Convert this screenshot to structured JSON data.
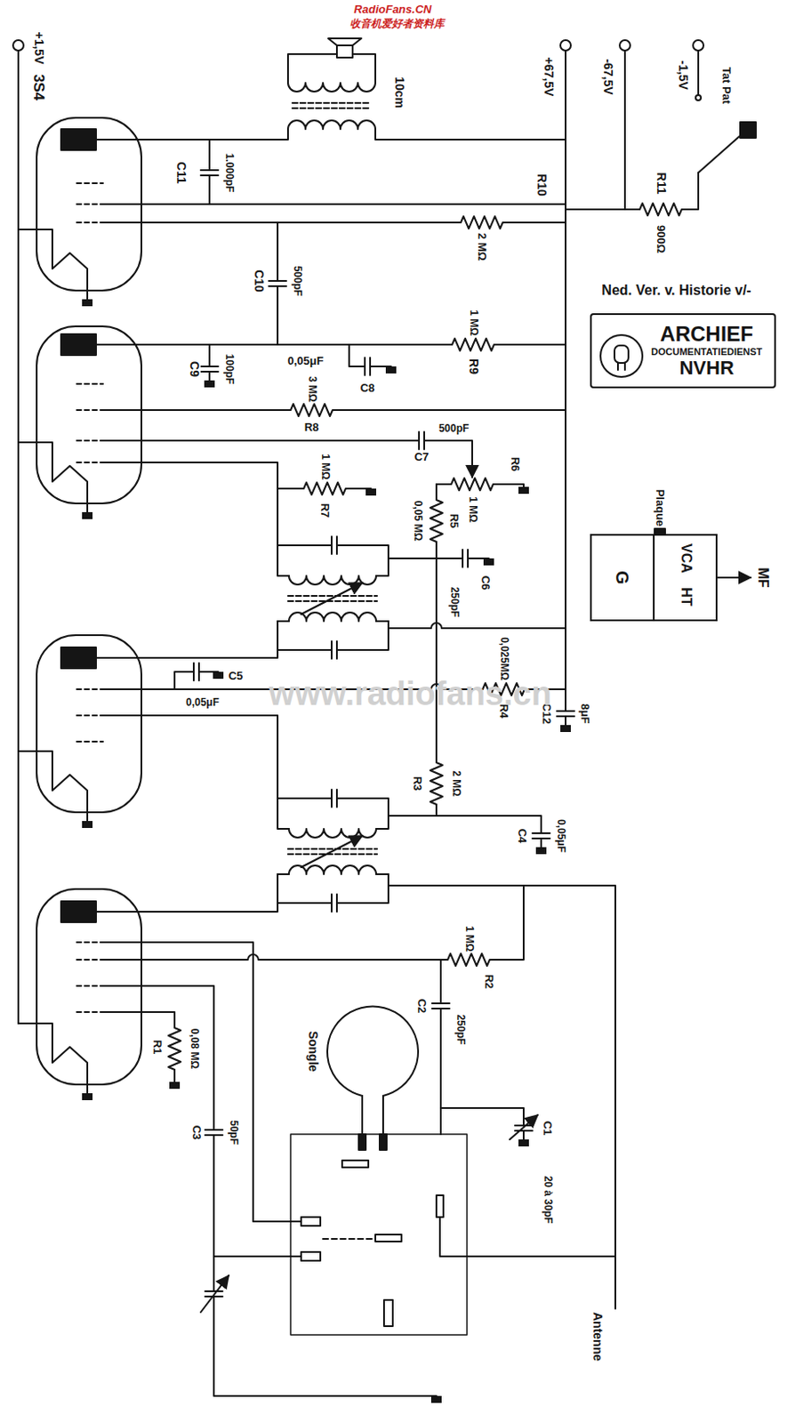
{
  "diagram": {
    "nodes": [
      {
        "text": [
          "ARCHIEF",
          "DOCUMENTATIEDIENST",
          "NVHR"
        ]
      },
      {
        "text": [
          "G"
        ]
      },
      {
        "text": [
          "VCA",
          "HT"
        ],
        "in": 1
      }
    ],
    "labels": [
      "RadioFans.CN",
      "收音机爱好者资料库",
      "3S4",
      "+1,5V",
      "C11",
      "1.000pF",
      "10cm",
      "+67,5V",
      "-67,5V",
      "-1,5V",
      "Tat Pat",
      "R10",
      "2 MΩ",
      "R11",
      "900Ω",
      "C10",
      "500pF",
      "Ned. Ver. v. Historie v/-",
      "C9",
      "100pF",
      "0,05μF",
      "C8",
      "R9",
      "1 MΩ",
      "R8",
      "3 MΩ",
      "500pF",
      "R7",
      "1 MΩ",
      "C7",
      "R6",
      "1 MΩ",
      "0,05 MΩ",
      "R5",
      "C6",
      "250pF",
      "C5",
      "0,05μF",
      "0,025MΩ",
      "R4",
      "8μF",
      "C12",
      "R3",
      "2 MΩ",
      "0,05μF",
      "C4",
      "R2",
      "1 MΩ",
      "C2",
      "250pF",
      "R1",
      "0,08 MΩ",
      "C3",
      "50pF",
      "Songle",
      "C1",
      "20 à 30pF",
      "Antenne",
      "www.radiofans.cn",
      "Plaque",
      "MF"
    ]
  }
}
